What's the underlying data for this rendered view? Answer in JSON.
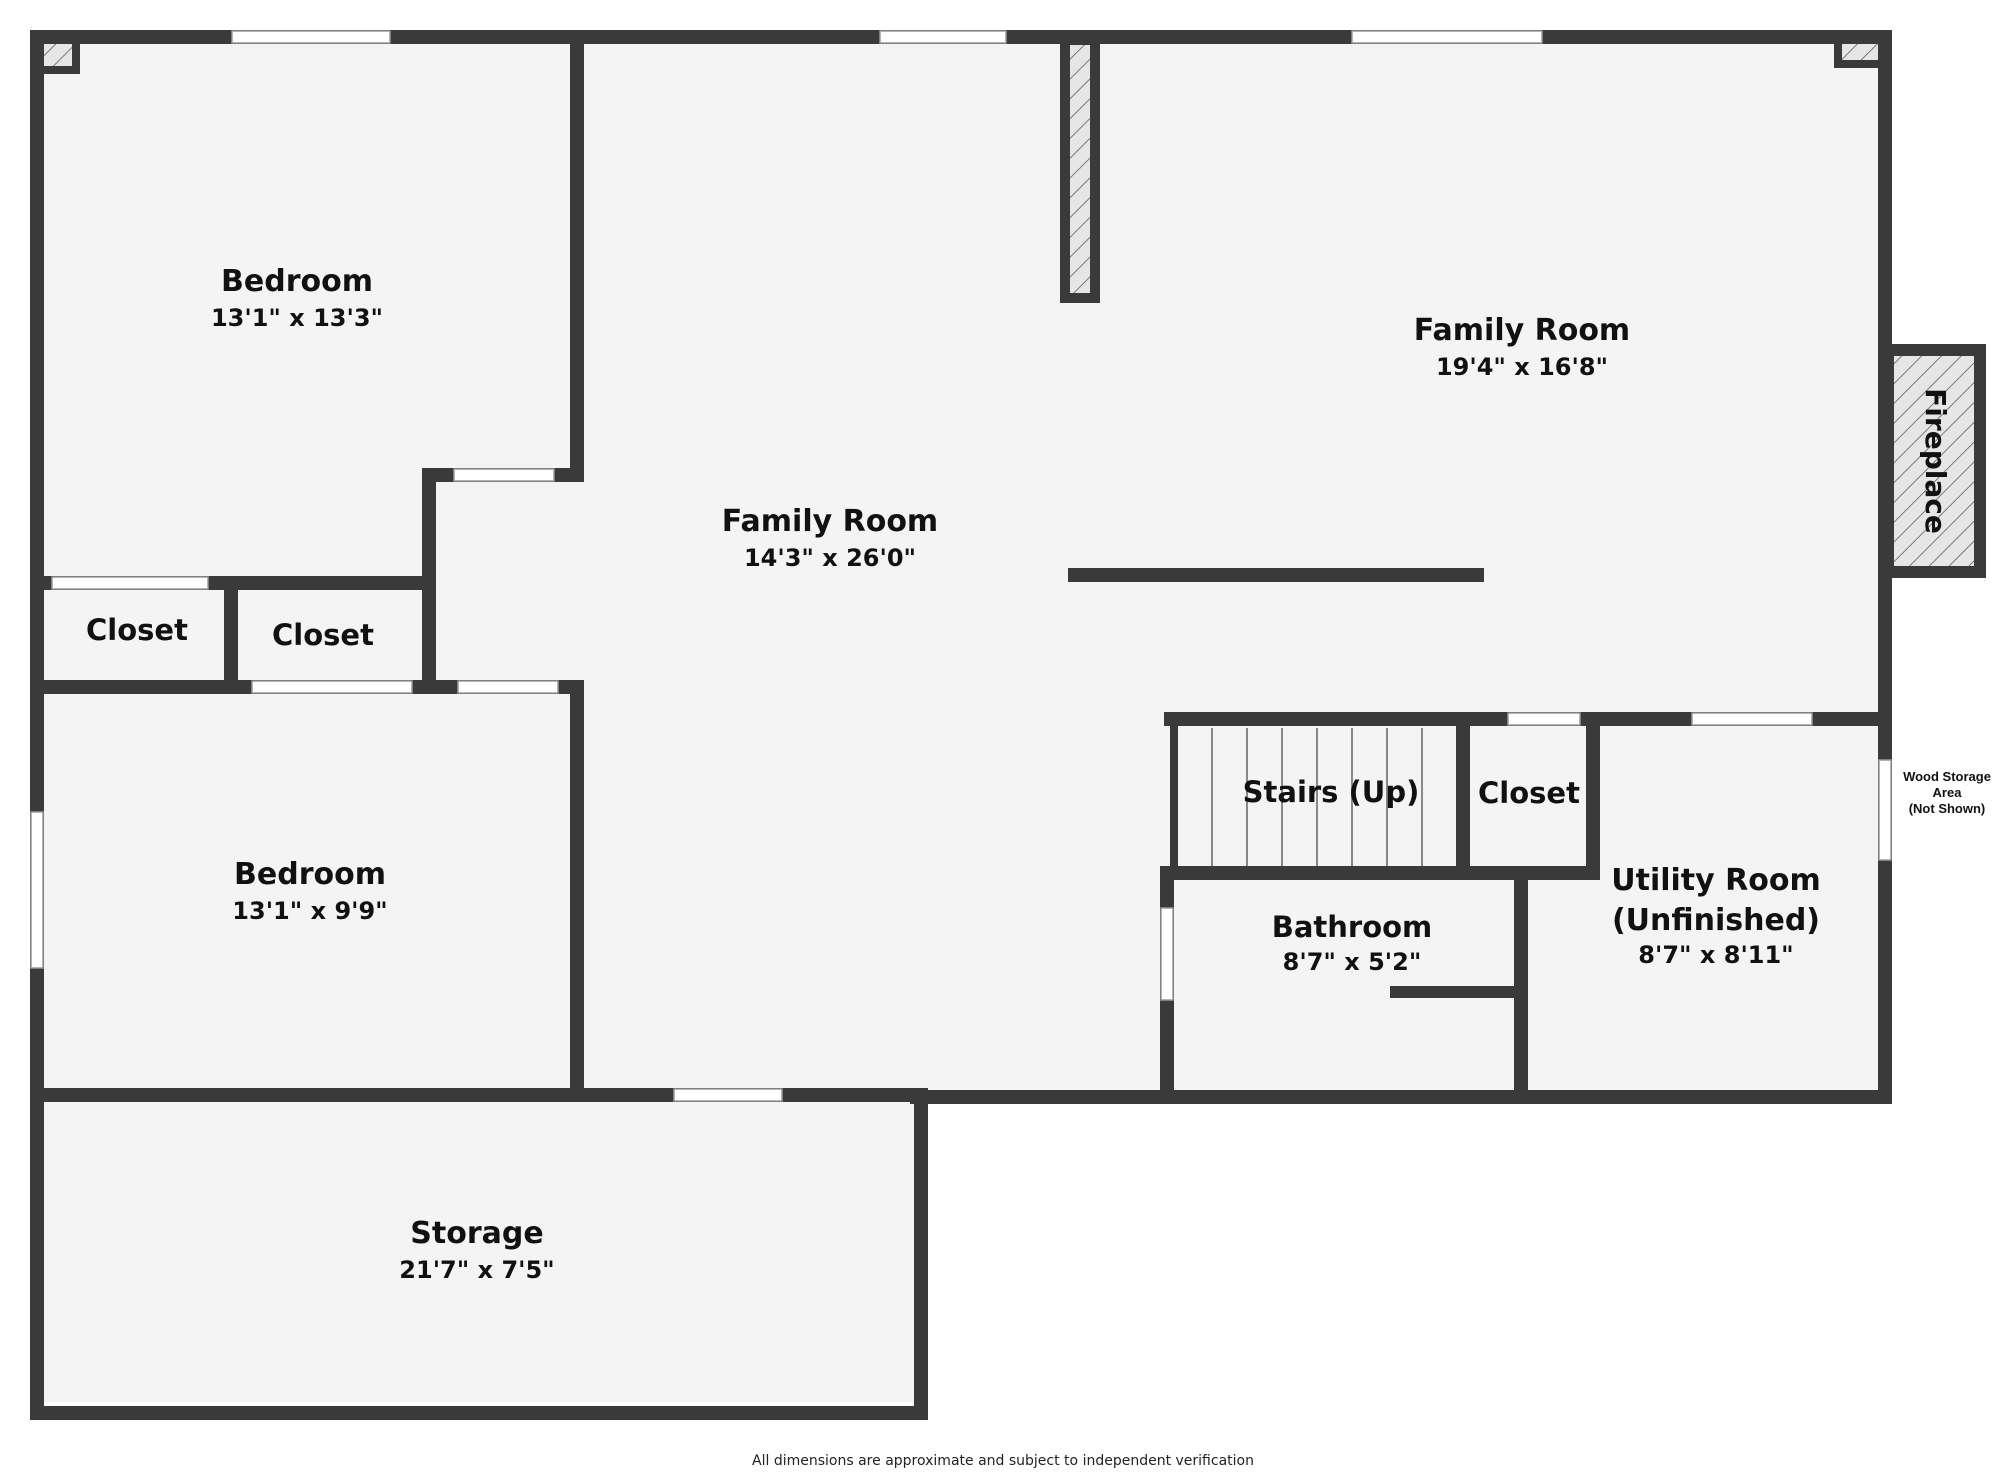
{
  "colors": {
    "floor": "#f4f4f4",
    "wall": "#3a3a3a",
    "window": "#ffffff",
    "text": "#111111",
    "hatch": "#888888"
  },
  "rooms": {
    "bedroom_top": {
      "name": "Bedroom",
      "dims": "13'1\" x 13'3\""
    },
    "bedroom_bottom": {
      "name": "Bedroom",
      "dims": "13'1\" x 9'9\""
    },
    "closet_left": {
      "name": "Closet"
    },
    "closet_mid": {
      "name": "Closet"
    },
    "family_room_center": {
      "name": "Family Room",
      "dims": "14'3\" x 26'0\""
    },
    "family_room_right": {
      "name": "Family Room",
      "dims": "19'4\" x 16'8\""
    },
    "fireplace": {
      "name": "Fireplace"
    },
    "stairs": {
      "name": "Stairs (Up)"
    },
    "closet_right": {
      "name": "Closet"
    },
    "bathroom": {
      "name": "Bathroom",
      "dims": "8'7\" x 5'2\""
    },
    "utility_room": {
      "name_line1": "Utility Room",
      "name_line2": "(Unfinished)",
      "dims": "8'7\" x 8'11\""
    },
    "storage": {
      "name": "Storage",
      "dims": "21'7\" x 7'5\""
    }
  },
  "wood_storage_note": {
    "line1": "Wood Storage",
    "line2": "Area",
    "line3": "(Not Shown)"
  },
  "disclaimer": "All dimensions are approximate and subject to independent verification"
}
